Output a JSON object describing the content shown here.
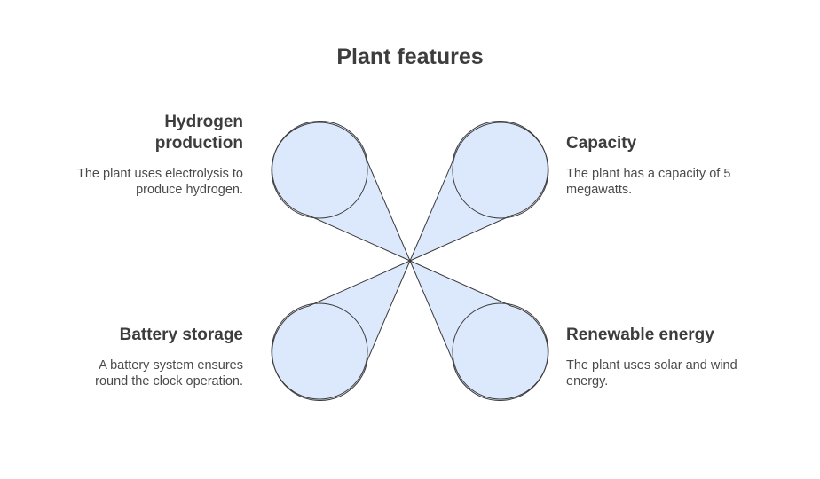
{
  "title": "Plant features",
  "colors": {
    "fill": "#dce8fc",
    "stroke": "#3a3a3a",
    "text": "#444444"
  },
  "items": [
    {
      "id": "hydrogen",
      "title_lines": [
        "Hydrogen",
        "production"
      ],
      "description_lines": [
        "The plant uses electrolysis to",
        "produce hydrogen."
      ]
    },
    {
      "id": "capacity",
      "title_lines": [
        "Capacity"
      ],
      "description_lines": [
        "The plant has a capacity of 5",
        "megawatts."
      ]
    },
    {
      "id": "battery",
      "title_lines": [
        "Battery storage"
      ],
      "description_lines": [
        "A battery system ensures",
        "round the clock operation."
      ]
    },
    {
      "id": "renewable",
      "title_lines": [
        "Renewable energy"
      ],
      "description_lines": [
        "The plant uses solar and wind",
        "energy."
      ]
    }
  ]
}
